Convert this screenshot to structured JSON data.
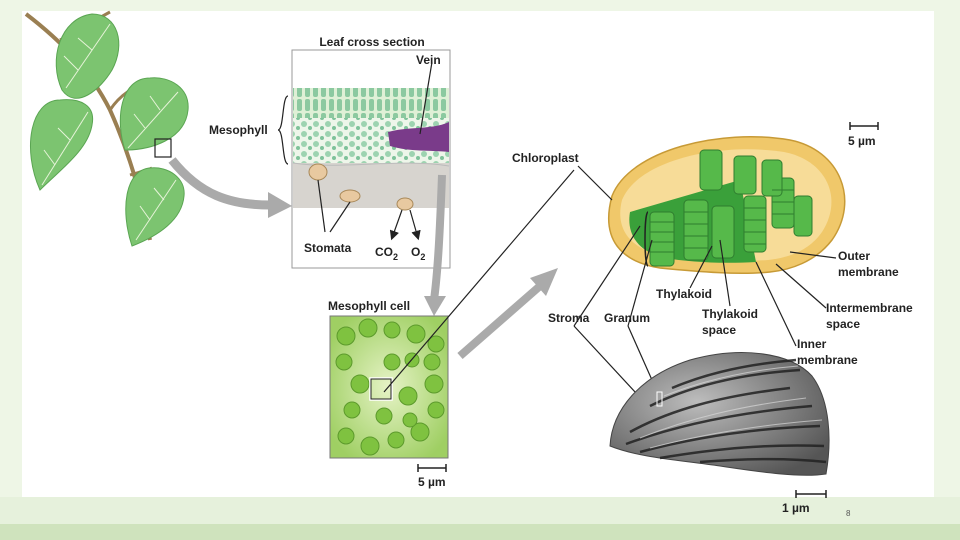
{
  "labels": {
    "leaf_cross_section": "Leaf cross section",
    "vein": "Vein",
    "mesophyll": "Mesophyll",
    "stomata": "Stomata",
    "co2": "CO",
    "co2_sub": "2",
    "o2": "O",
    "o2_sub": "2",
    "mesophyll_cell": "Mesophyll cell",
    "scale_5um_cell": "5 µm",
    "chloroplast": "Chloroplast",
    "scale_5um_chloro": "5 µm",
    "outer_membrane_1": "Outer",
    "outer_membrane_2": "membrane",
    "intermembrane_1": "Intermembrane",
    "intermembrane_2": "space",
    "inner_membrane_1": "Inner",
    "inner_membrane_2": "membrane",
    "thylakoid": "Thylakoid",
    "thylakoid_space_1": "Thylakoid",
    "thylakoid_space_2": "space",
    "stroma": "Stroma",
    "granum": "Granum",
    "scale_1um": "1 µm",
    "page_number": "8"
  },
  "colors": {
    "leaf": "#7cc470",
    "leaf_vein": "#e6f3d8",
    "stem": "#9a7f52",
    "arrow": "#aaaaaa",
    "chloroplast_outer": "#f0c86a",
    "thylakoid": "#3aa03a",
    "cell_bg": "#cfe6a6",
    "em_gray": "#6d6d6d"
  }
}
